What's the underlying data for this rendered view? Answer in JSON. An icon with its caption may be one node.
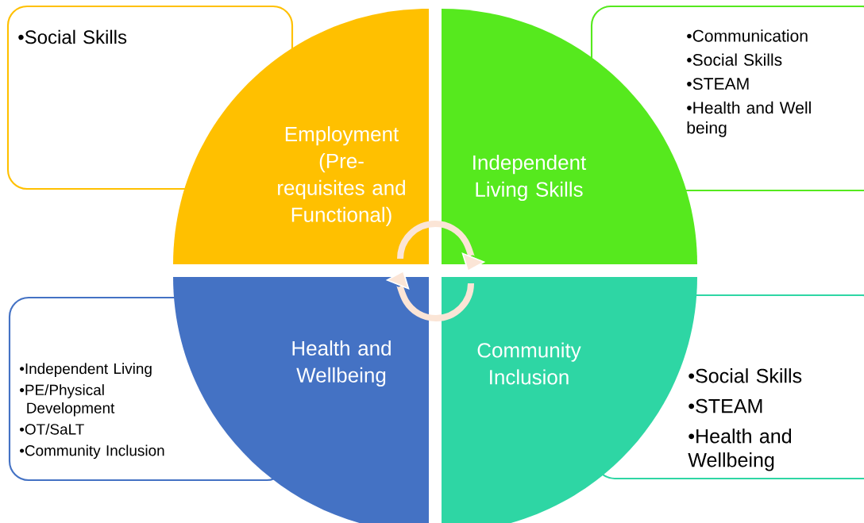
{
  "diagram": {
    "nodes": [
      {
        "text": [
          "•Social Skills"
        ]
      },
      {
        "text": [
          "Employment (Pre-requisites and Functional)"
        ]
      },
      {
        "text": [
          "Independent Living Skills"
        ]
      },
      {
        "text": [
          "•Communication",
          "•Social Skills",
          "•STEAM",
          "•Health and Well being"
        ]
      },
      {
        "text": [
          "•Independent Living",
          "•PE/Physical Development",
          "•OT/SaLT",
          "•Community Inclusion"
        ]
      },
      {
        "text": [
          "Health and Wellbeing"
        ]
      },
      {
        "text": [
          "Community Inclusion"
        ]
      },
      {
        "text": [
          "•Social Skills",
          "•STEAM",
          "•Health and Wellbeing"
        ]
      }
    ],
    "edges": [
      {
        "from": 1,
        "to": 2,
        "arrow": "to"
      },
      {
        "from": 6,
        "to": 5,
        "arrow": "to"
      }
    ]
  }
}
